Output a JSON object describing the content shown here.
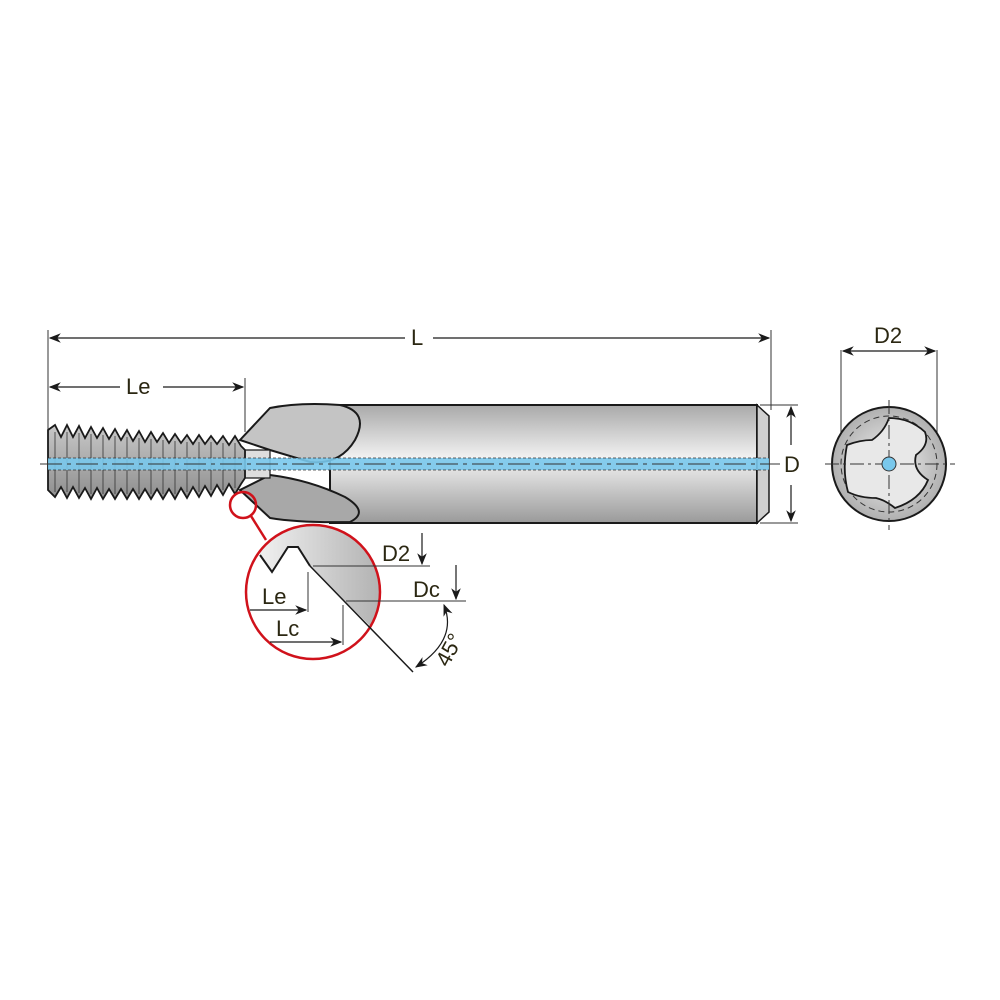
{
  "diagram": {
    "type": "thread-mill-technical-drawing",
    "labels": {
      "overall_length": "L",
      "effective_length": "Le",
      "shank_diameter": "D",
      "end_view_diameter": "D2",
      "detail_d2": "D2",
      "detail_dc": "Dc",
      "detail_le": "Le",
      "detail_lc": "Lc",
      "chamfer_angle": "45°"
    },
    "colors": {
      "coolant_channel": "#79c8ec",
      "detail_circle": "#d0121b",
      "outline": "#1a1a1a",
      "body_gray": "#b8b8b8",
      "label_text": "#2b2712"
    }
  }
}
